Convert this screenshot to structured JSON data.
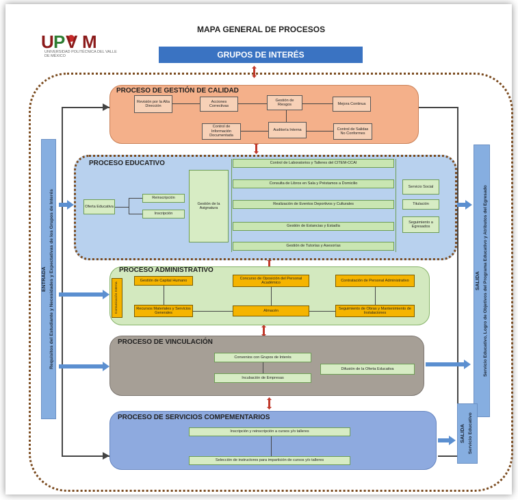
{
  "title": "MAPA GENERAL DE PROCESOS",
  "logo": {
    "text": "UPVM",
    "caption": "UNIVERSIDAD POLITÉCNICA DEL VALLE DE MÉXICO"
  },
  "groups_banner": "GRUPOS DE INTERÉS",
  "entrada": {
    "label": "ENTRADA",
    "text": "Requisitos del Estudiante y Necesidades y Expectativas de los Grupos de Interés"
  },
  "salida": {
    "label": "SALIDA",
    "text": "Servicio Educativo, Logro de Objetivos del Programa Educativo y Atributos del Egresado"
  },
  "salida2": {
    "label": "SALIDA",
    "text": "Servicio Educativo"
  },
  "calidad": {
    "title": "PROCESO DE GESTIÓN DE CALIDAD",
    "boxes": {
      "revision": "Revisión por la Alta Dirección",
      "acciones": "Acciones Correctivas",
      "riesgos": "Gestión de Riesgos",
      "mejora": "Mejora Continua",
      "control_info": "Control de Información Documentada",
      "auditoria": "Auditoría Interna",
      "control_salidas": "Control de Salidas No Conformes"
    }
  },
  "educativo": {
    "title": "PROCESO EDUCATIVO",
    "oferta": "Oferta Educativa",
    "reinscripcion": "Reinscripción",
    "inscripcion": "Inscripción",
    "asignatura": "Gestión de la Asignatura",
    "center": [
      "Control de Laboratorios y Talleres del CITEM-CCAI",
      "Consulta de Libros en Sala y Préstamos a Domicilio",
      "Realización de Eventos Deportivos y Culturales",
      "Gestión de Estancias y Estadía",
      "Gestión de Tutorías y Asesorías"
    ],
    "right": [
      "Servicio Social",
      "Titulación",
      "Seguimiento a Egresados"
    ]
  },
  "administrativo": {
    "title": "PROCESO ADMINISTRATIVO",
    "comunicacion": "Comunicación Interna",
    "capital": "Gestión de Capital Humano",
    "concurso": "Concurso de Oposición del Personal Académico",
    "contratacion": "Contratación de Personal Administrativo",
    "recursos": "Recursos Materiales y Servicios Generales",
    "almacen": "Almacén",
    "obras": "Seguimiento de Obras y Mantenimiento de Instalaciones"
  },
  "vinculacion": {
    "title": "PROCESO DE VINCULACIÓN",
    "convenios": "Convenios con Grupos de Interés",
    "incubacion": "Incubación de Empresas",
    "difusion": "Difusión de la Oferta Educativa"
  },
  "servicios": {
    "title": "PROCESO DE SERVICIOS COMPEMENTARIOS",
    "inscripcion": "Inscripción y reinscripción a cursos y/o talleres",
    "seleccion": "Selección de instructores para impartición de cursos y/o talleres"
  },
  "colors": {
    "banner": "#3a73c2",
    "calidad": "#f4b08a",
    "educativo": "#b8d1ee",
    "administrativo": "#d3e9bf",
    "vinculacion": "#a69f96",
    "servicios": "#8eaadf",
    "arrow_red": "#c0392b",
    "arrow_blue": "#5b8fd0",
    "dotted": "#7a4a1e"
  }
}
